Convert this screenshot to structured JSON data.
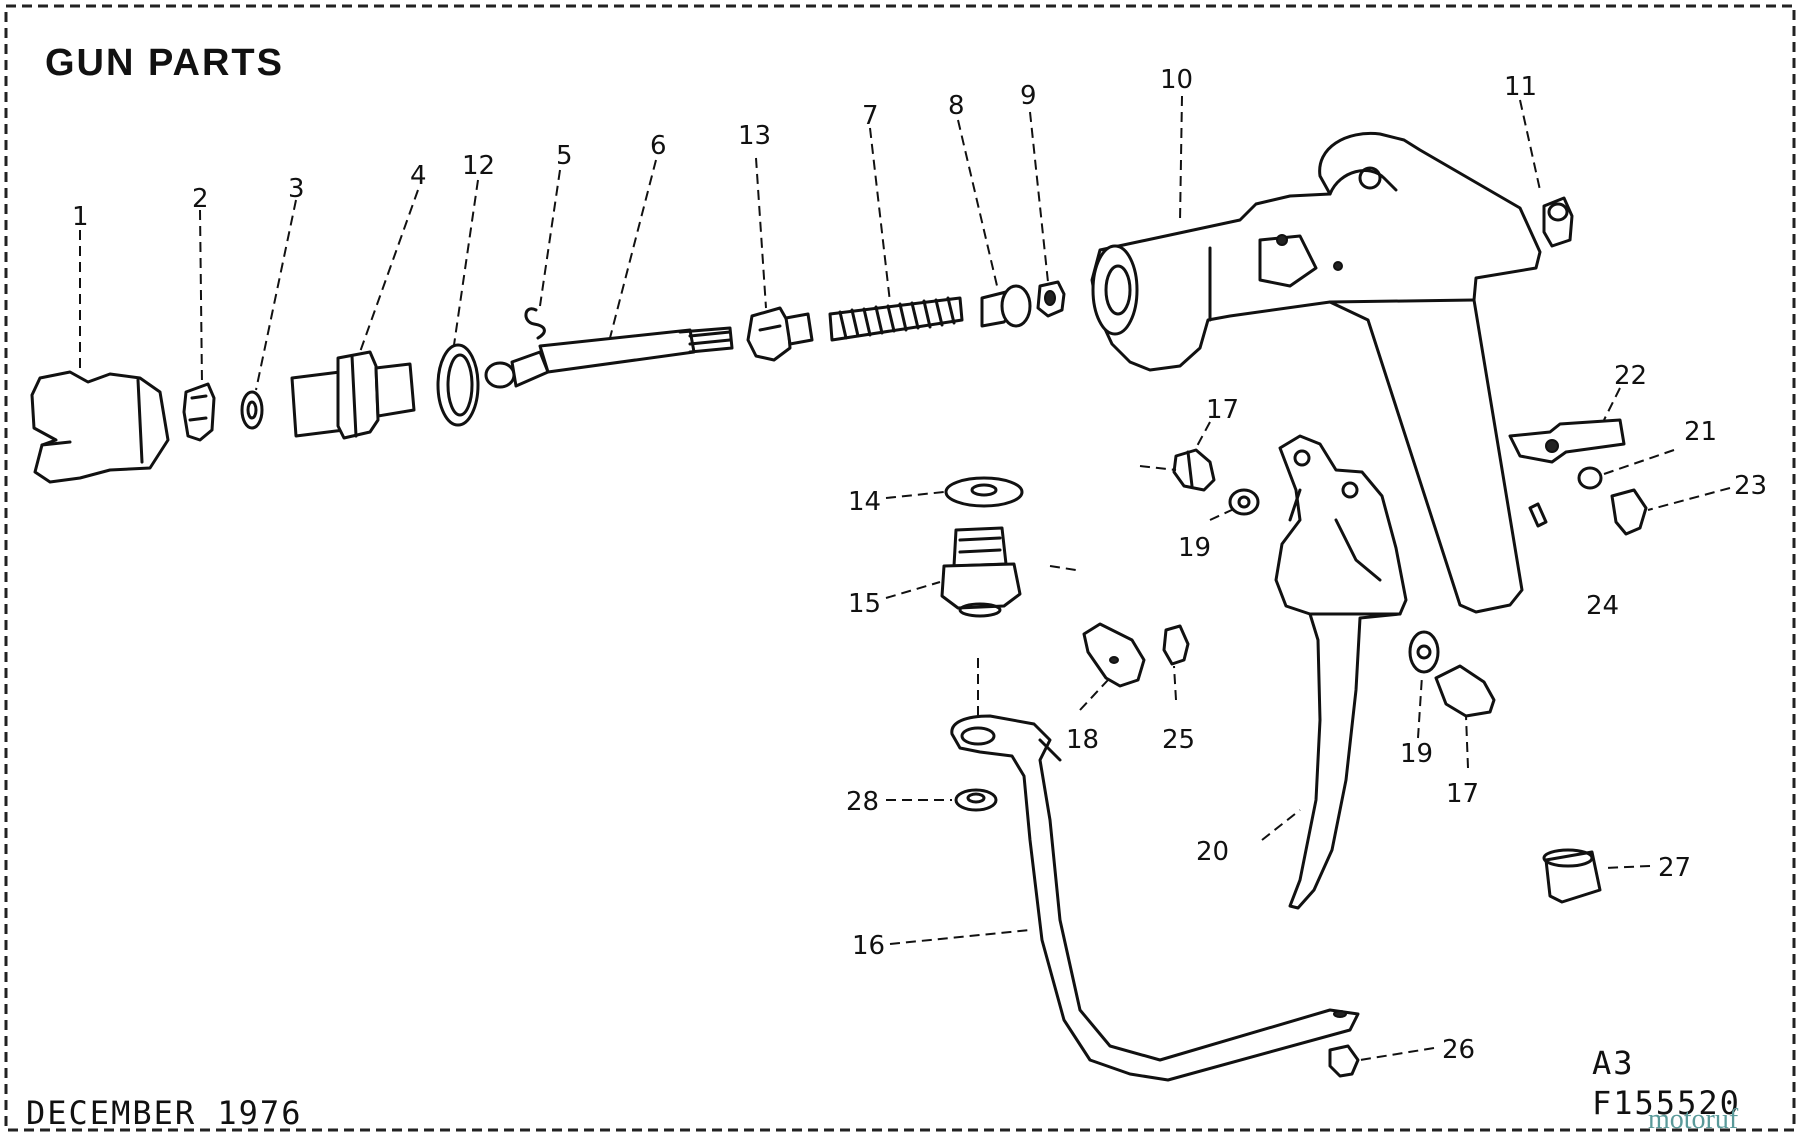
{
  "title": "GUN PARTS",
  "footer": {
    "date": "DECEMBER 1976",
    "sheet": "A3",
    "drawing_number": "F155520"
  },
  "watermark": "motoruf",
  "callouts": {
    "c1": "1",
    "c2": "2",
    "c3": "3",
    "c4": "4",
    "c5": "5",
    "c6": "6",
    "c7": "7",
    "c8": "8",
    "c9": "9",
    "c10": "10",
    "c11": "11",
    "c12": "12",
    "c13": "13",
    "c14": "14",
    "c15": "15",
    "c16": "16",
    "c17a": "17",
    "c17b": "17",
    "c18": "18",
    "c19a": "19",
    "c19b": "19",
    "c20": "20",
    "c21": "21",
    "c22": "22",
    "c23": "23",
    "c24": "24",
    "c25": "25",
    "c26": "26",
    "c27": "27",
    "c28": "28"
  }
}
